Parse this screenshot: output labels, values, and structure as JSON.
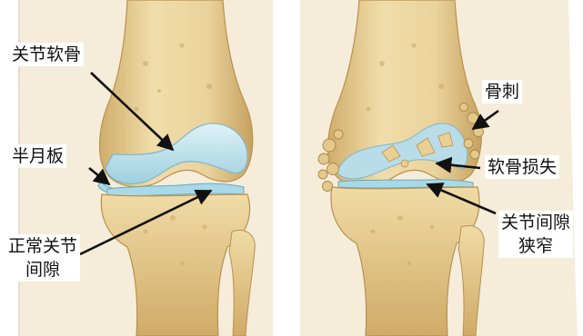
{
  "labels": {
    "articular_cartilage": "关节软骨",
    "meniscus": "半月板",
    "normal_joint_space": [
      "正常关节",
      "间隙"
    ],
    "osteophyte": "骨刺",
    "cartilage_loss": "软骨损失",
    "joint_space_narrowing": [
      "关节间隙",
      "狭窄"
    ]
  },
  "colors": {
    "bone": "#e8d29a",
    "bone_shadow": "#c9a865",
    "cartilage": "#bfe3ee",
    "cartilage_edge": "#7fb6c9",
    "arrow": "#111111",
    "background": "#ffffff"
  },
  "panels": [
    "normal-knee",
    "osteoarthritic-knee"
  ]
}
